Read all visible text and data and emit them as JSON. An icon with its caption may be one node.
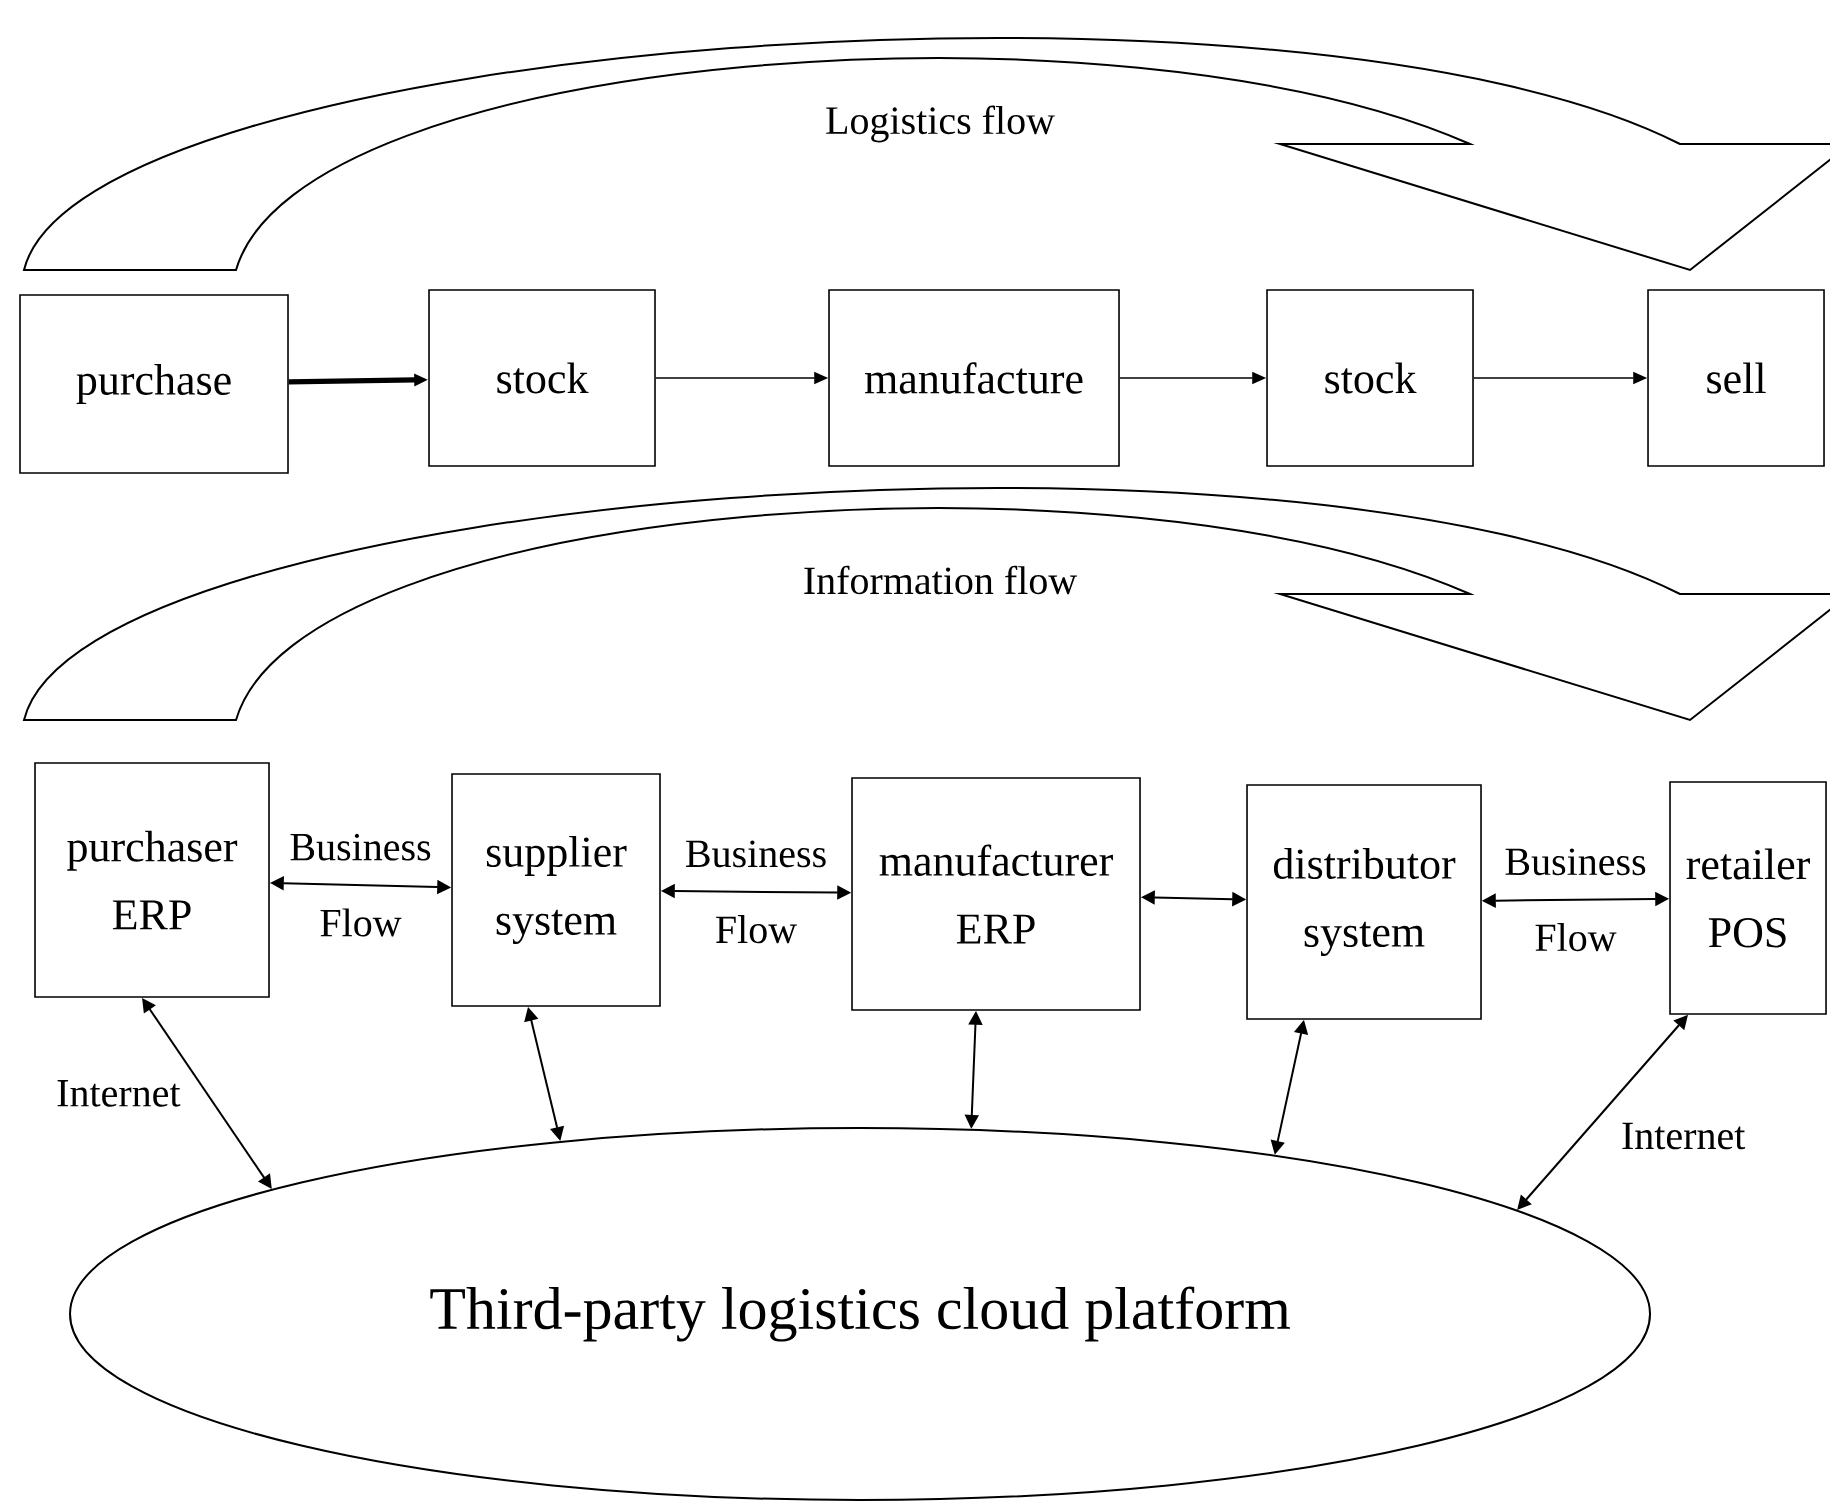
{
  "diagram": {
    "nodes": [
      {
        "text": [
          "purchase"
        ]
      },
      {
        "text": [
          "stock"
        ]
      },
      {
        "text": [
          "manufacture"
        ]
      },
      {
        "text": [
          "stock"
        ]
      },
      {
        "text": [
          "sell"
        ]
      },
      {
        "text": [
          "purchaser ERP"
        ]
      },
      {
        "text": [
          "supplier system"
        ]
      },
      {
        "text": [
          "manufacturer ERP"
        ]
      },
      {
        "text": [
          "distributor system"
        ]
      },
      {
        "text": [
          "retailer POS"
        ]
      },
      {
        "text": [
          "Third-party logistics cloud platform"
        ]
      }
    ],
    "edges": [
      {
        "from": 0,
        "to": 1,
        "arrow": "to",
        "style": "thick"
      },
      {
        "from": 1,
        "to": 2,
        "arrow": "to"
      },
      {
        "from": 2,
        "to": 3,
        "arrow": "to"
      },
      {
        "from": 3,
        "to": 4,
        "arrow": "to"
      },
      {
        "from": 5,
        "to": 6,
        "arrow": "both",
        "label": "Business Flow"
      },
      {
        "from": 6,
        "to": 7,
        "arrow": "both",
        "label": "Business Flow"
      },
      {
        "from": 7,
        "to": 8,
        "arrow": "both"
      },
      {
        "from": 8,
        "to": 9,
        "arrow": "both",
        "label": "Business Flow"
      },
      {
        "from": 5,
        "to": 10,
        "arrow": "both",
        "label": "Internet"
      },
      {
        "from": 6,
        "to": 10,
        "arrow": "both"
      },
      {
        "from": 7,
        "to": 10,
        "arrow": "both"
      },
      {
        "from": 8,
        "to": 10,
        "arrow": "both"
      },
      {
        "from": 9,
        "to": 10,
        "arrow": "both",
        "label": "Internet"
      }
    ],
    "labels": [
      "Logistics flow",
      "Information flow"
    ]
  }
}
